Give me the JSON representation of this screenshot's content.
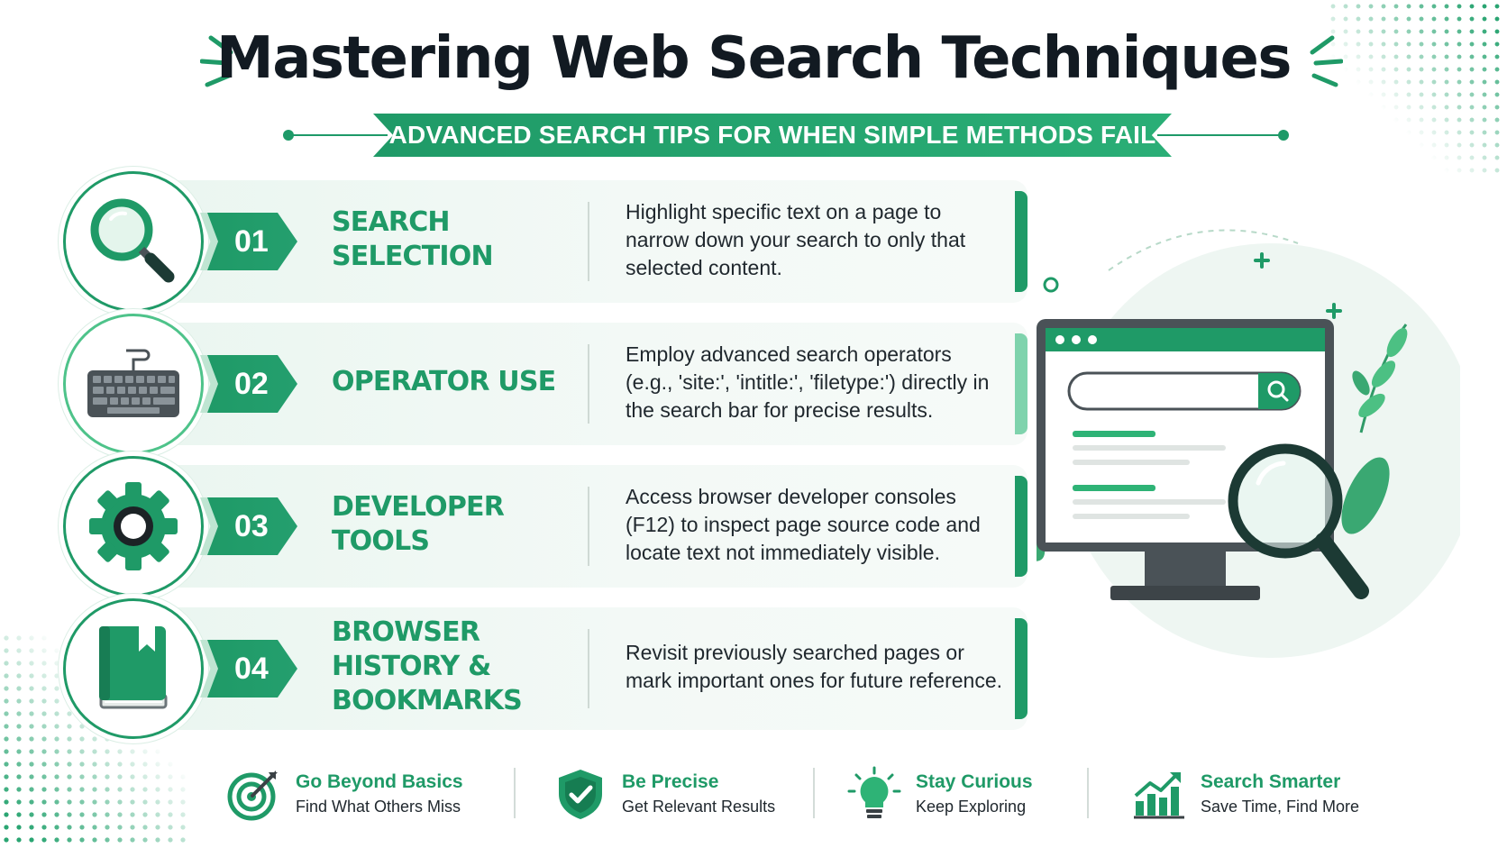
{
  "header": {
    "title": "Mastering Web Search Techniques",
    "subtitle": "ADVANCED SEARCH TIPS FOR WHEN SIMPLE METHODS FAIL"
  },
  "colors": {
    "accent": "#1f9a67",
    "accent_light": "#7fd3ad",
    "text_dark": "#121a22",
    "card_bg": "#eef7f2"
  },
  "tips": [
    {
      "number": "01",
      "title": "SEARCH SELECTION",
      "icon": "magnifier-icon",
      "description": "Highlight specific text on a page to narrow down your search to only that selected content."
    },
    {
      "number": "02",
      "title": "OPERATOR USE",
      "icon": "keyboard-icon",
      "description": "Employ advanced search operators (e.g., 'site:', 'intitle:', 'filetype:') directly in the search bar for precise results."
    },
    {
      "number": "03",
      "title": "DEVELOPER TOOLS",
      "icon": "gear-icon",
      "description": "Access browser developer consoles (F12) to inspect page source code and locate text not immediately visible."
    },
    {
      "number": "04",
      "title": "BROWSER HISTORY & BOOKMARKS",
      "icon": "book-icon",
      "description": "Revisit previously searched pages or mark important ones for future reference."
    }
  ],
  "footer": [
    {
      "title": "Go Beyond Basics",
      "subtitle": "Find What Others Miss",
      "icon": "target-icon"
    },
    {
      "title": "Be Precise",
      "subtitle": "Get Relevant Results",
      "icon": "shield-check-icon"
    },
    {
      "title": "Stay Curious",
      "subtitle": "Keep Exploring",
      "icon": "lightbulb-icon"
    },
    {
      "title": "Search Smarter",
      "subtitle": "Save Time, Find More",
      "icon": "growth-chart-icon"
    }
  ]
}
